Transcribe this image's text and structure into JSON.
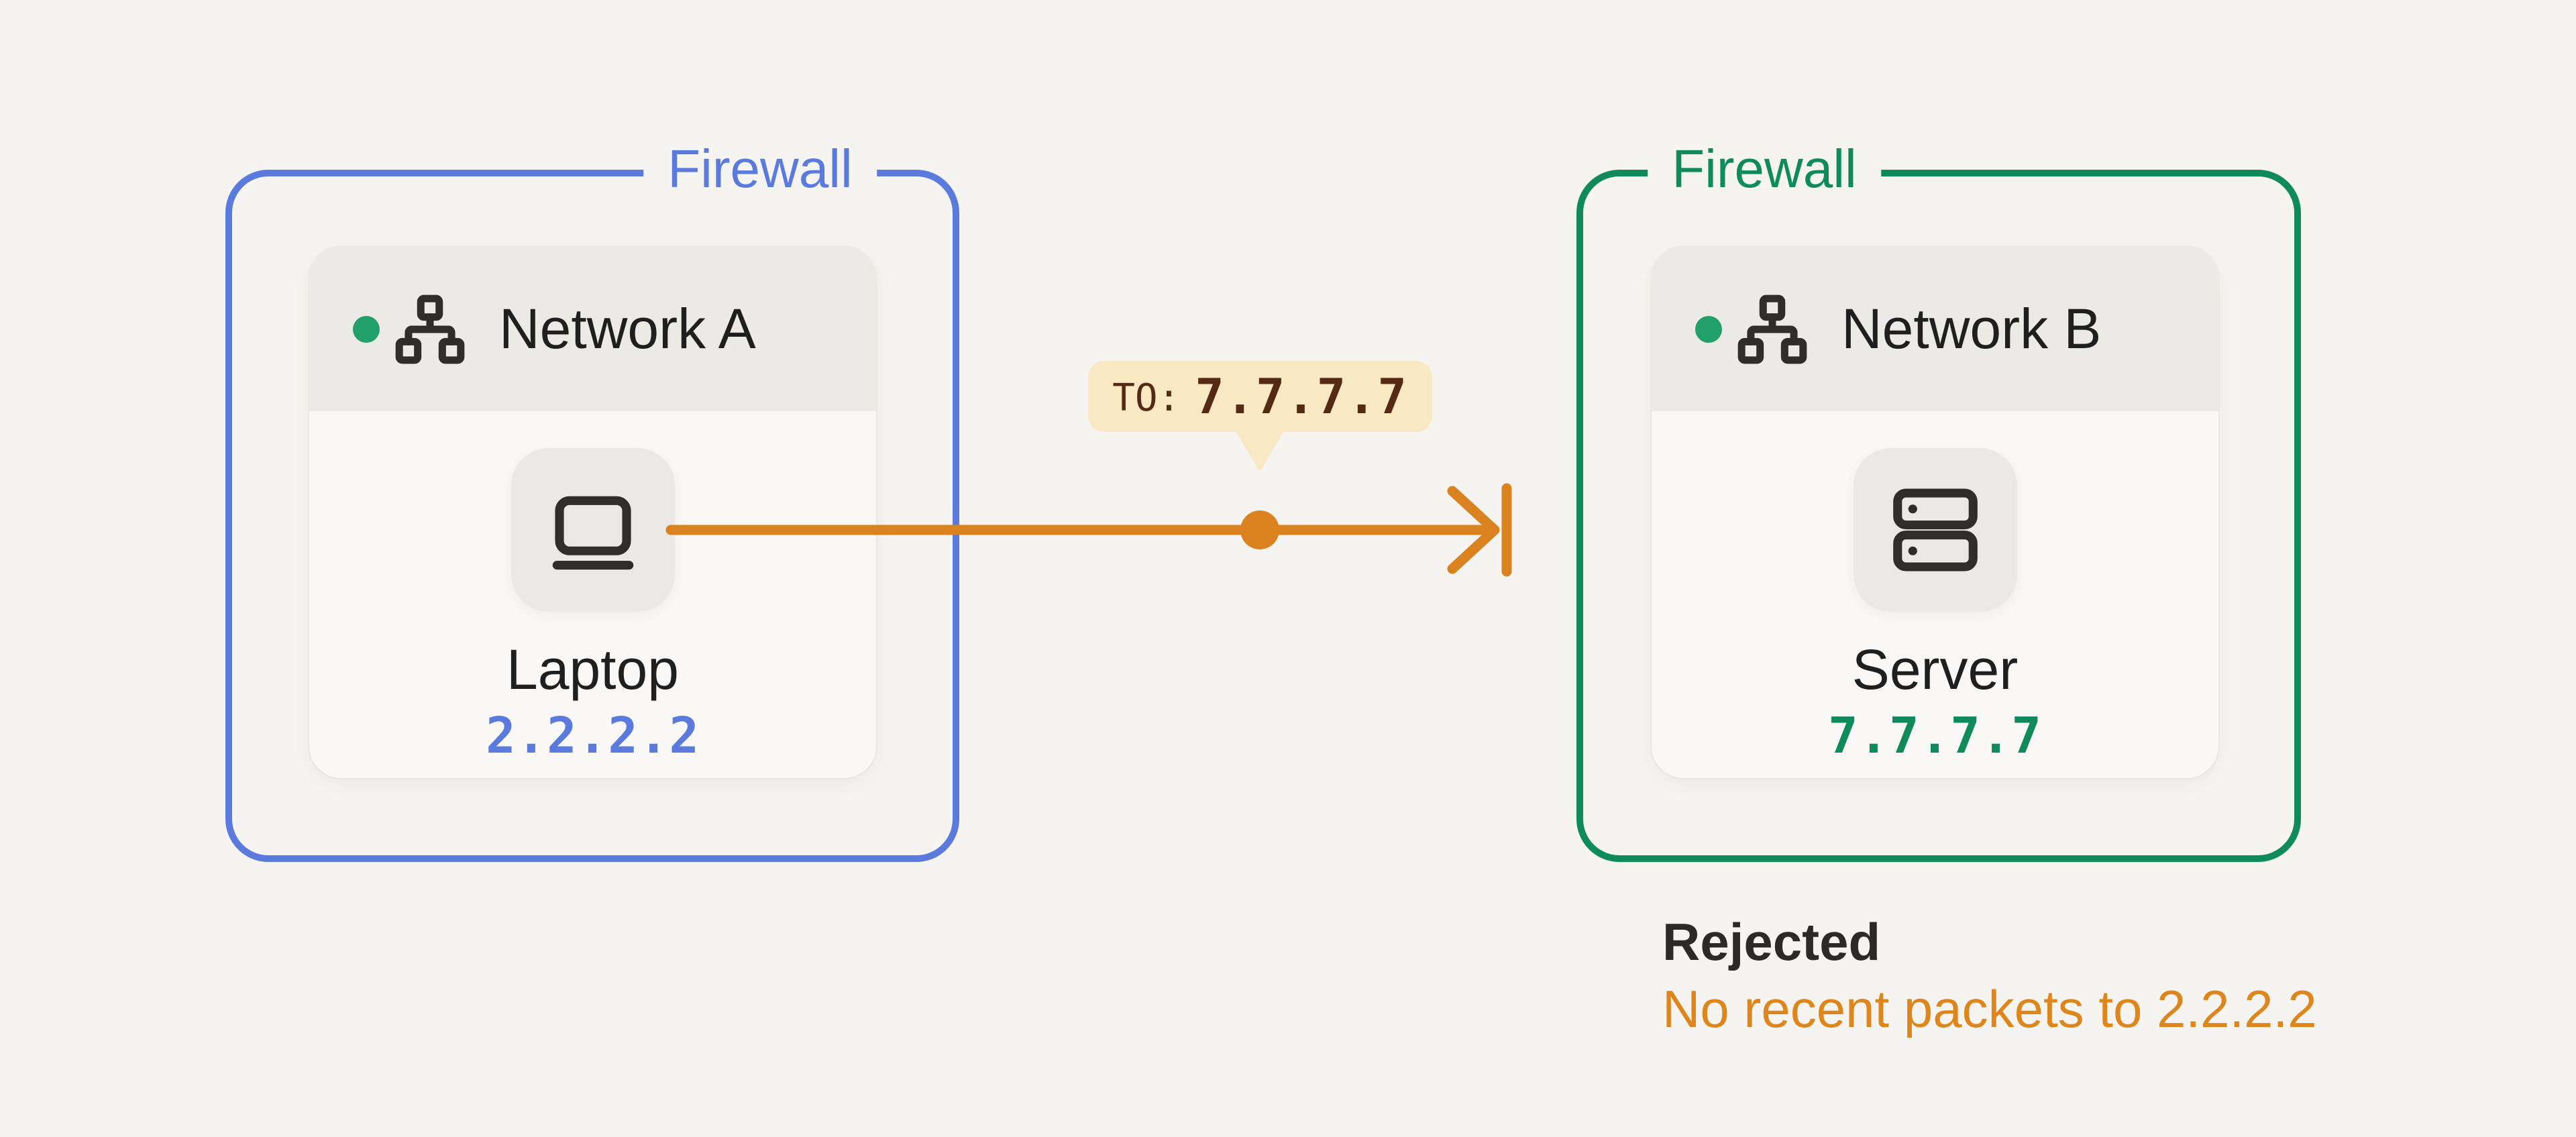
{
  "colors": {
    "page_bg": "#f5f4f1",
    "zone_a_accent": "#5a7ade",
    "zone_b_accent": "#0f8a5a",
    "status_dot": "#22a06a",
    "arrow_orange": "#d9821f",
    "badge_bg": "#f8e9c4",
    "badge_text": "#552a14",
    "reject_detail": "#de861c",
    "card_header_bg": "#eceae6",
    "card_body_bg": "#f9f8f6",
    "tile_bg": "#ebe9e6",
    "icon_ink": "#2e2d2b",
    "text_dark": "#1f1f1f"
  },
  "zones": {
    "left": {
      "firewall_label": "Firewall",
      "network": {
        "title": "Network A",
        "icon": "network-icon",
        "status_icon": "status-dot",
        "node": {
          "label": "Laptop",
          "icon": "laptop-icon",
          "ip": "2.2.2.2"
        }
      }
    },
    "right": {
      "firewall_label": "Firewall",
      "network": {
        "title": "Network B",
        "icon": "network-icon",
        "status_icon": "status-dot",
        "node": {
          "label": "Server",
          "icon": "server-icon",
          "ip": "7.7.7.7"
        }
      },
      "status": {
        "result": "Rejected",
        "reason": "No recent packets to 2.2.2.2"
      }
    }
  },
  "packet": {
    "prefix": "TO:",
    "destination": "7.7.7.7",
    "arrow_icon": "blocked-arrow-icon"
  }
}
